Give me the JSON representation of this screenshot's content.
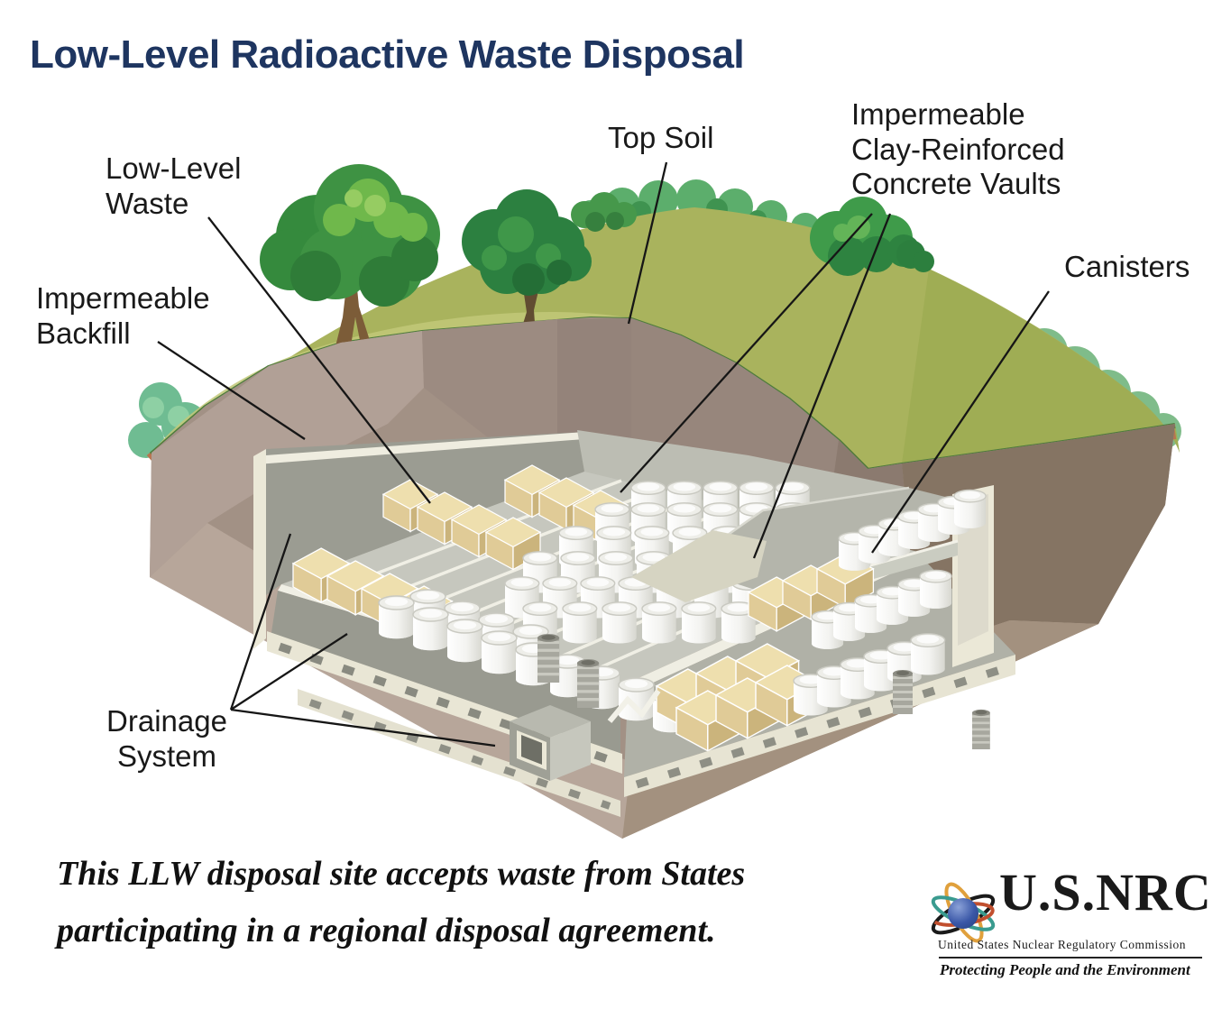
{
  "title": "Low-Level Radioactive Waste Disposal",
  "labels": {
    "low_level_waste": {
      "line1": "Low-Level",
      "line2": "Waste"
    },
    "impermeable_backfill": {
      "line1": "Impermeable",
      "line2": "Backfill"
    },
    "top_soil": "Top Soil",
    "concrete_vaults": {
      "line1": "Impermeable",
      "line2": "Clay-Reinforced",
      "line3": "Concrete Vaults"
    },
    "canisters": "Canisters",
    "drainage_system": {
      "line1": "Drainage",
      "line2": "System"
    }
  },
  "caption": {
    "line1": "This LLW disposal site accepts waste from States",
    "line2": "participating in a regional disposal agreement."
  },
  "logo": {
    "acronym": "U.S.NRC",
    "full_name": "United States Nuclear Regulatory Commission",
    "tagline": "Protecting People and the Environment",
    "atom_icon": "atom-icon"
  },
  "palette": {
    "title_navy": "#1e3560",
    "label_black": "#191919",
    "grass_green": "#a9b35d",
    "topsoil_terracotta": "#b9744f",
    "rim_green": "#4e7c3c",
    "earth_brown": "#a29185",
    "vault_ivory": "#eceadb",
    "concrete_gray": "#c6c7be",
    "box_tan": "#eedfae",
    "canister_white": "#ffffff",
    "tree_green": "#3e9243",
    "logo_blue": "#3a57a7",
    "logo_orange": "#e0a03c",
    "logo_teal": "#3a9b8f",
    "logo_red": "#c14f2e"
  }
}
